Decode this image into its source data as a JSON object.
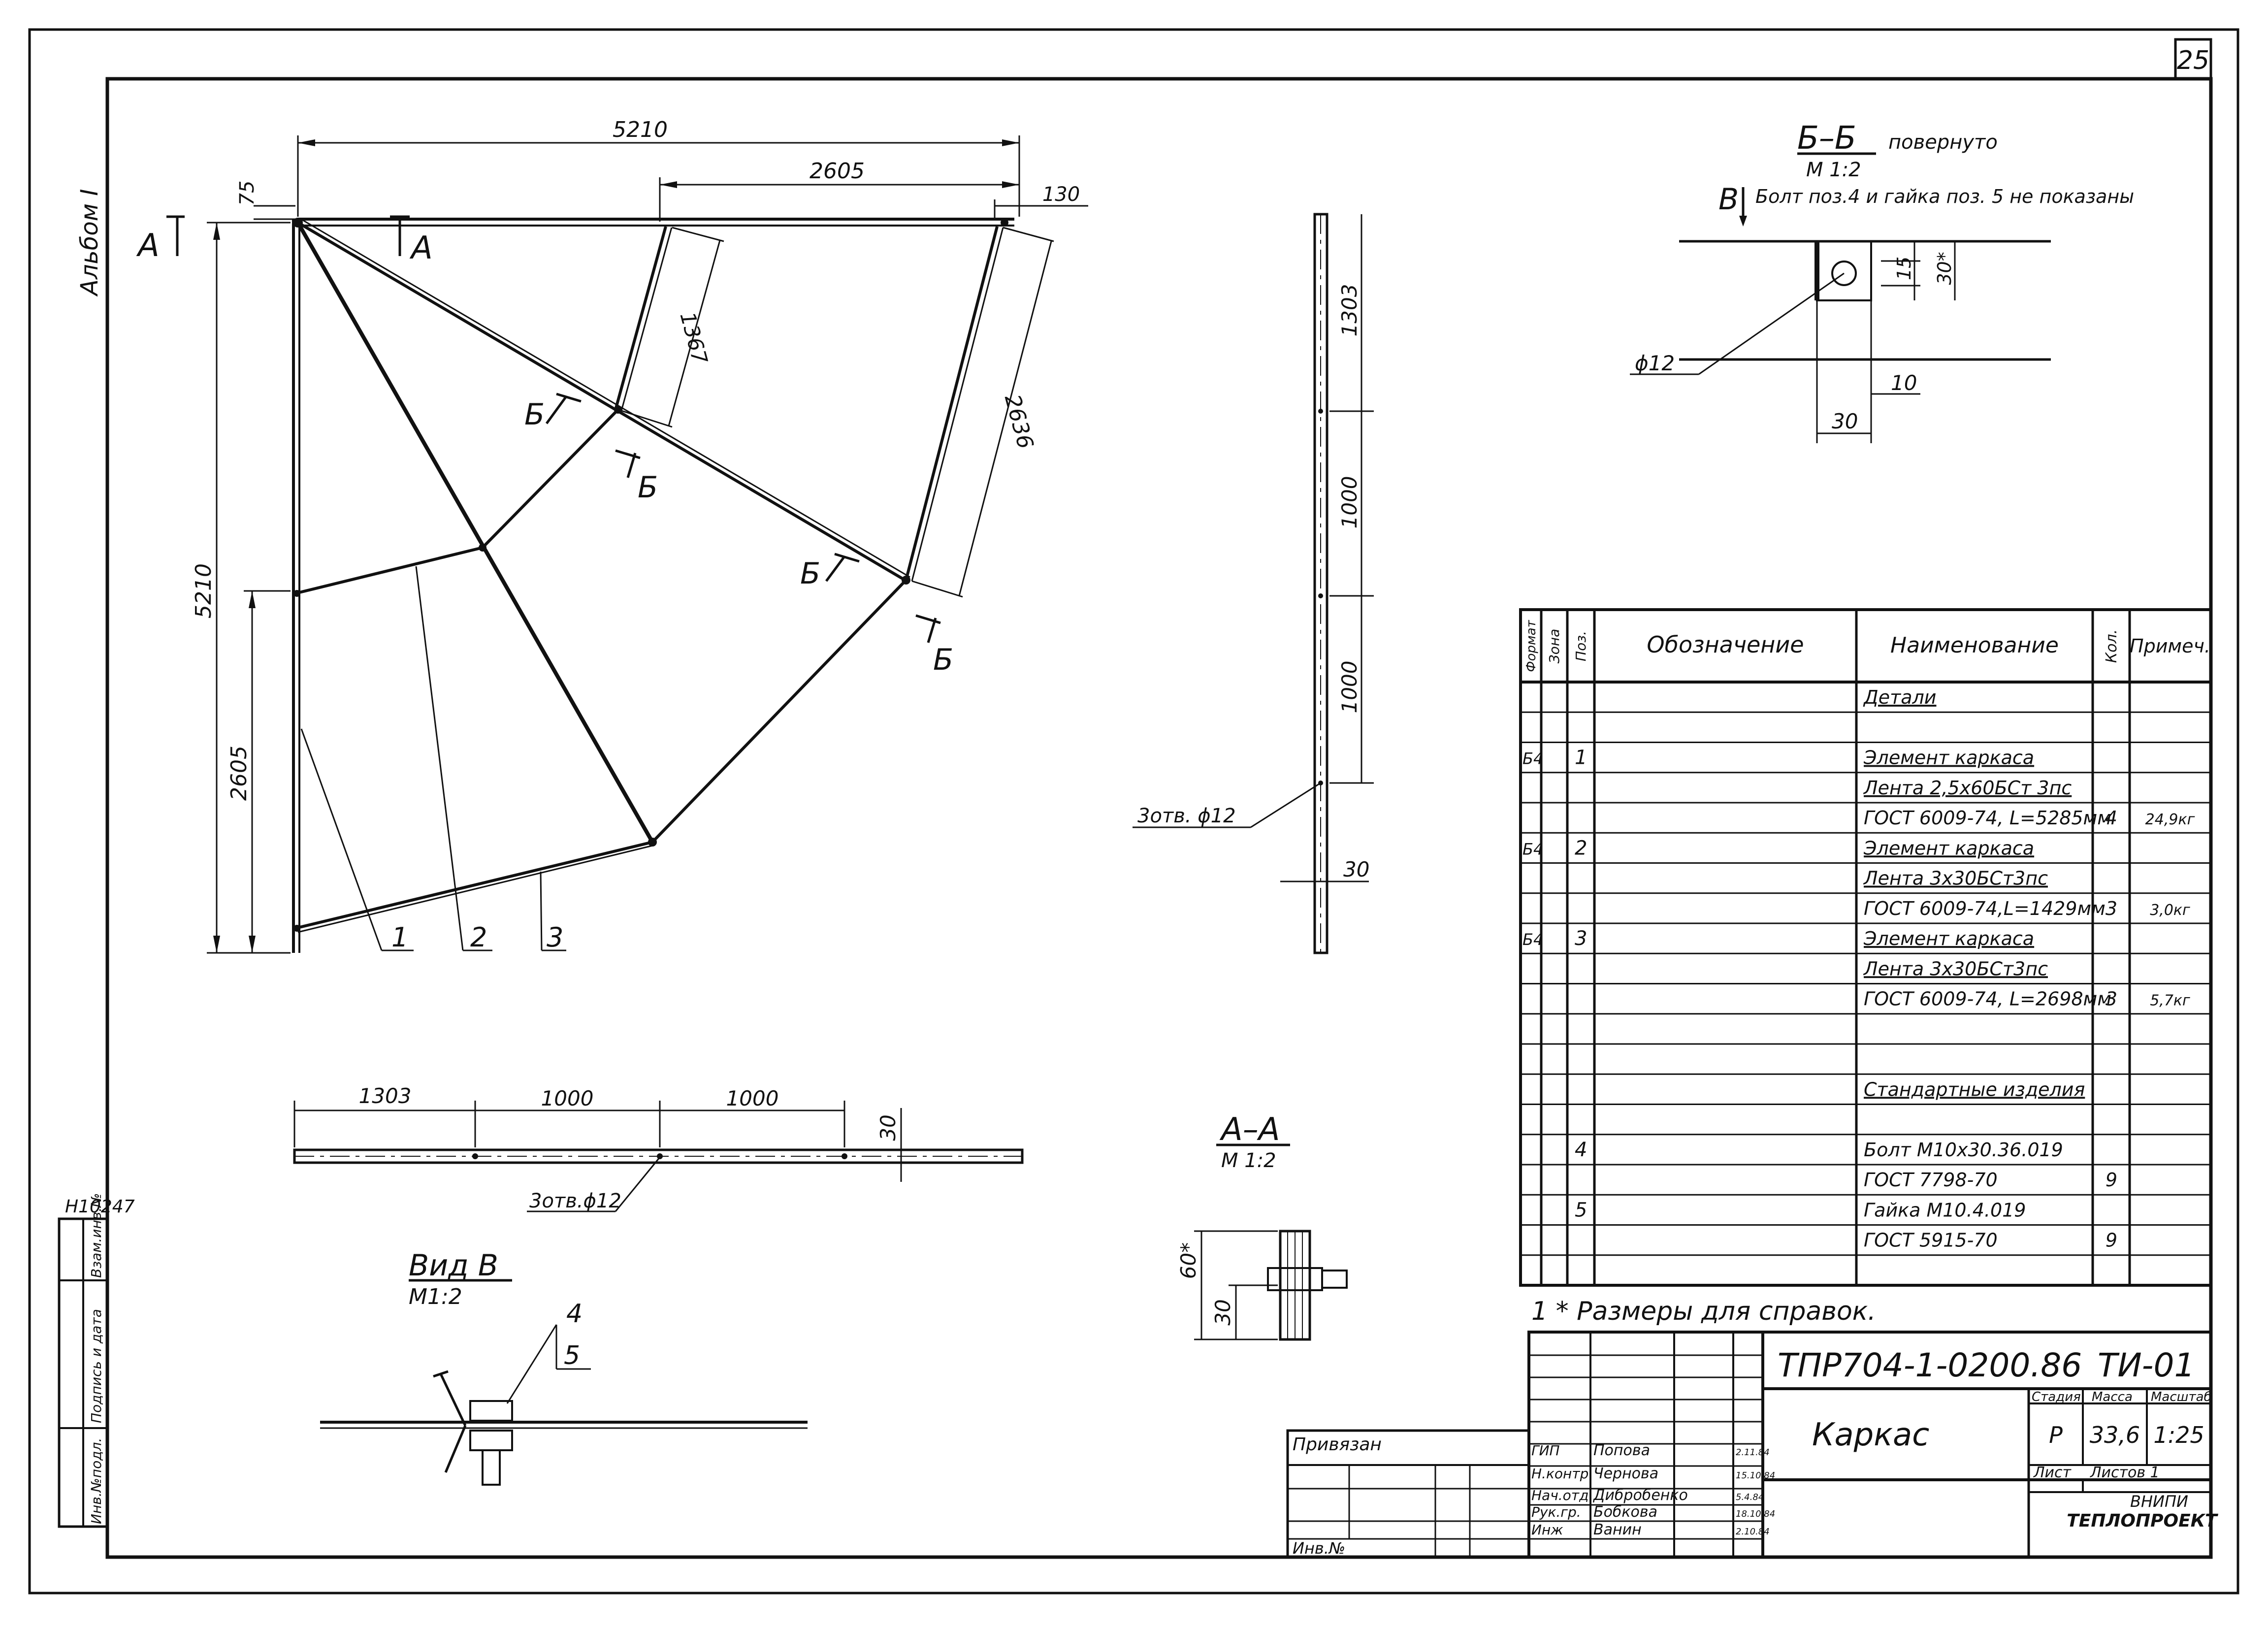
{
  "sheet_number": "25",
  "album_label": "Альбом I",
  "side_inv_number": "H10247",
  "side_fields": [
    "Инв.№подл.",
    "Подпись и дата",
    "Взам.инв.№"
  ],
  "main_view": {
    "dims": {
      "top_total": "5210",
      "top_half": "2605",
      "top_right": "130",
      "top_left_offset": "75",
      "left_total": "5210",
      "left_half": "2605",
      "member_inner": "1367",
      "member_outer": "2636"
    },
    "section_a_left": "А",
    "section_a_right": "А",
    "section_b_labels": [
      "Б",
      "Б",
      "Б",
      "Б"
    ],
    "callouts": [
      "1",
      "2",
      "3"
    ]
  },
  "side_view": {
    "dims": [
      "1303",
      "1000",
      "1000",
      "30"
    ],
    "holes": "3отв. ϕ12"
  },
  "bottom_view": {
    "dims": [
      "1303",
      "1000",
      "1000",
      "30"
    ],
    "holes": "3отв.ϕ12"
  },
  "section_bb": {
    "title": "Б–Б",
    "rotated": "повернуто",
    "scale": "М 1:2",
    "view_mark": "В",
    "note": "Болт поз.4 и гайка поз. 5 не показаны",
    "dims": [
      "15",
      "30*",
      "10",
      "30"
    ],
    "hole": "ϕ12"
  },
  "section_aa": {
    "title": "А–А",
    "scale": "М 1:2",
    "dims": [
      "60*",
      "30"
    ]
  },
  "view_b": {
    "title": "Вид В",
    "scale": "М1:2",
    "callouts": [
      "4",
      "5"
    ]
  },
  "spec_table": {
    "headers": [
      "Формат",
      "Зона",
      "Поз.",
      "Обозначение",
      "Наименование",
      "Кол.",
      "Примеч."
    ],
    "rows": [
      {
        "fmt": "",
        "pos": "",
        "name": "Детали",
        "qty": "",
        "note": "",
        "underline": true
      },
      {
        "fmt": "",
        "pos": "",
        "name": "",
        "qty": "",
        "note": ""
      },
      {
        "fmt": "Б4",
        "pos": "1",
        "name": "Элемент каркаса",
        "qty": "",
        "note": "",
        "underline": true
      },
      {
        "fmt": "",
        "pos": "",
        "name": "Лента 2,5х60БСт 3пс",
        "qty": "",
        "note": "",
        "underline": true
      },
      {
        "fmt": "",
        "pos": "",
        "name": "ГОСТ 6009-74, L=5285мм",
        "qty": "4",
        "note": "24,9кг"
      },
      {
        "fmt": "Б4",
        "pos": "2",
        "name": "Элемент каркаса",
        "qty": "",
        "note": "",
        "underline": true
      },
      {
        "fmt": "",
        "pos": "",
        "name": "Лента 3х30БСт3пс",
        "qty": "",
        "note": "",
        "underline": true
      },
      {
        "fmt": "",
        "pos": "",
        "name": "ГОСТ 6009-74,L=1429мм",
        "qty": "3",
        "note": "3,0кг"
      },
      {
        "fmt": "Б4",
        "pos": "3",
        "name": "Элемент каркаса",
        "qty": "",
        "note": "",
        "underline": true
      },
      {
        "fmt": "",
        "pos": "",
        "name": "Лента 3х30БСт3пс",
        "qty": "",
        "note": "",
        "underline": true
      },
      {
        "fmt": "",
        "pos": "",
        "name": "ГОСТ 6009-74, L=2698мм",
        "qty": "3",
        "note": "5,7кг"
      },
      {
        "fmt": "",
        "pos": "",
        "name": "",
        "qty": "",
        "note": ""
      },
      {
        "fmt": "",
        "pos": "",
        "name": "",
        "qty": "",
        "note": ""
      },
      {
        "fmt": "",
        "pos": "",
        "name": "Стандартные изделия",
        "qty": "",
        "note": "",
        "underline": true
      },
      {
        "fmt": "",
        "pos": "",
        "name": "",
        "qty": "",
        "note": ""
      },
      {
        "fmt": "",
        "pos": "4",
        "name": "Болт М10х30.36.019",
        "qty": "",
        "note": ""
      },
      {
        "fmt": "",
        "pos": "",
        "name": "ГОСТ 7798-70",
        "qty": "9",
        "note": ""
      },
      {
        "fmt": "",
        "pos": "5",
        "name": "Гайка М10.4.019",
        "qty": "",
        "note": ""
      },
      {
        "fmt": "",
        "pos": "",
        "name": "ГОСТ 5915-70",
        "qty": "9",
        "note": ""
      },
      {
        "fmt": "",
        "pos": "",
        "name": "",
        "qty": "",
        "note": ""
      }
    ]
  },
  "footnote": "1 * Размеры для справок.",
  "title_block": {
    "code": "ТПР704-1-0200.86",
    "doc_type": "ТИ-01",
    "drawing_name": "Каркас",
    "stage_label": "Стадия",
    "mass_label": "Масса",
    "scale_label": "Масштаб",
    "stage": "Р",
    "mass": "33,6",
    "scale": "1:25",
    "sheet_label": "Лист",
    "sheets_label": "Листов 1",
    "org_line1": "ВНИПИ",
    "org_line2": "ТЕПЛОПРОЕКТ",
    "bound_label": "Привязан",
    "inv_label": "Инв.№",
    "staff": [
      {
        "role": "ГИП",
        "name": "Попова",
        "date": "2.11.84"
      },
      {
        "role": "Н.контр.",
        "name": "Чернова",
        "date": "15.10.84"
      },
      {
        "role": "Нач.отд.",
        "name": "Дибробенко",
        "date": "5.4.84"
      },
      {
        "role": "Рук.гр.",
        "name": "Бобкова",
        "date": "18.10.84"
      },
      {
        "role": "Инж",
        "name": "Ванин",
        "date": "2.10.84"
      }
    ]
  }
}
